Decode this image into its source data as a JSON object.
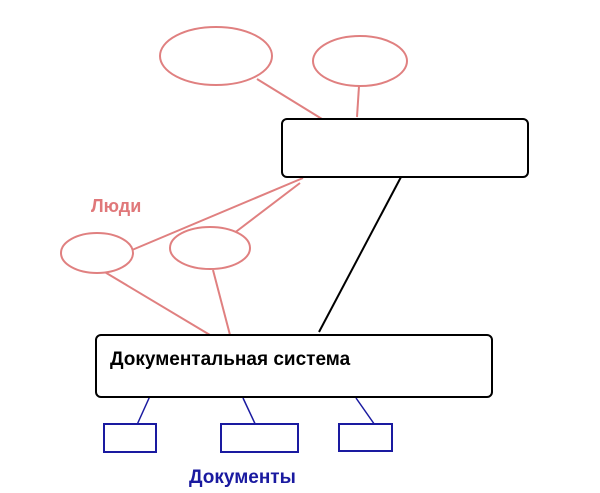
{
  "labels": {
    "people": "Люди",
    "system": "Документальная система",
    "documents": "Документы"
  },
  "colors": {
    "people": "#e08080",
    "people_text": "#e0787a",
    "system": "#000000",
    "documents": "#1a1aa0"
  }
}
